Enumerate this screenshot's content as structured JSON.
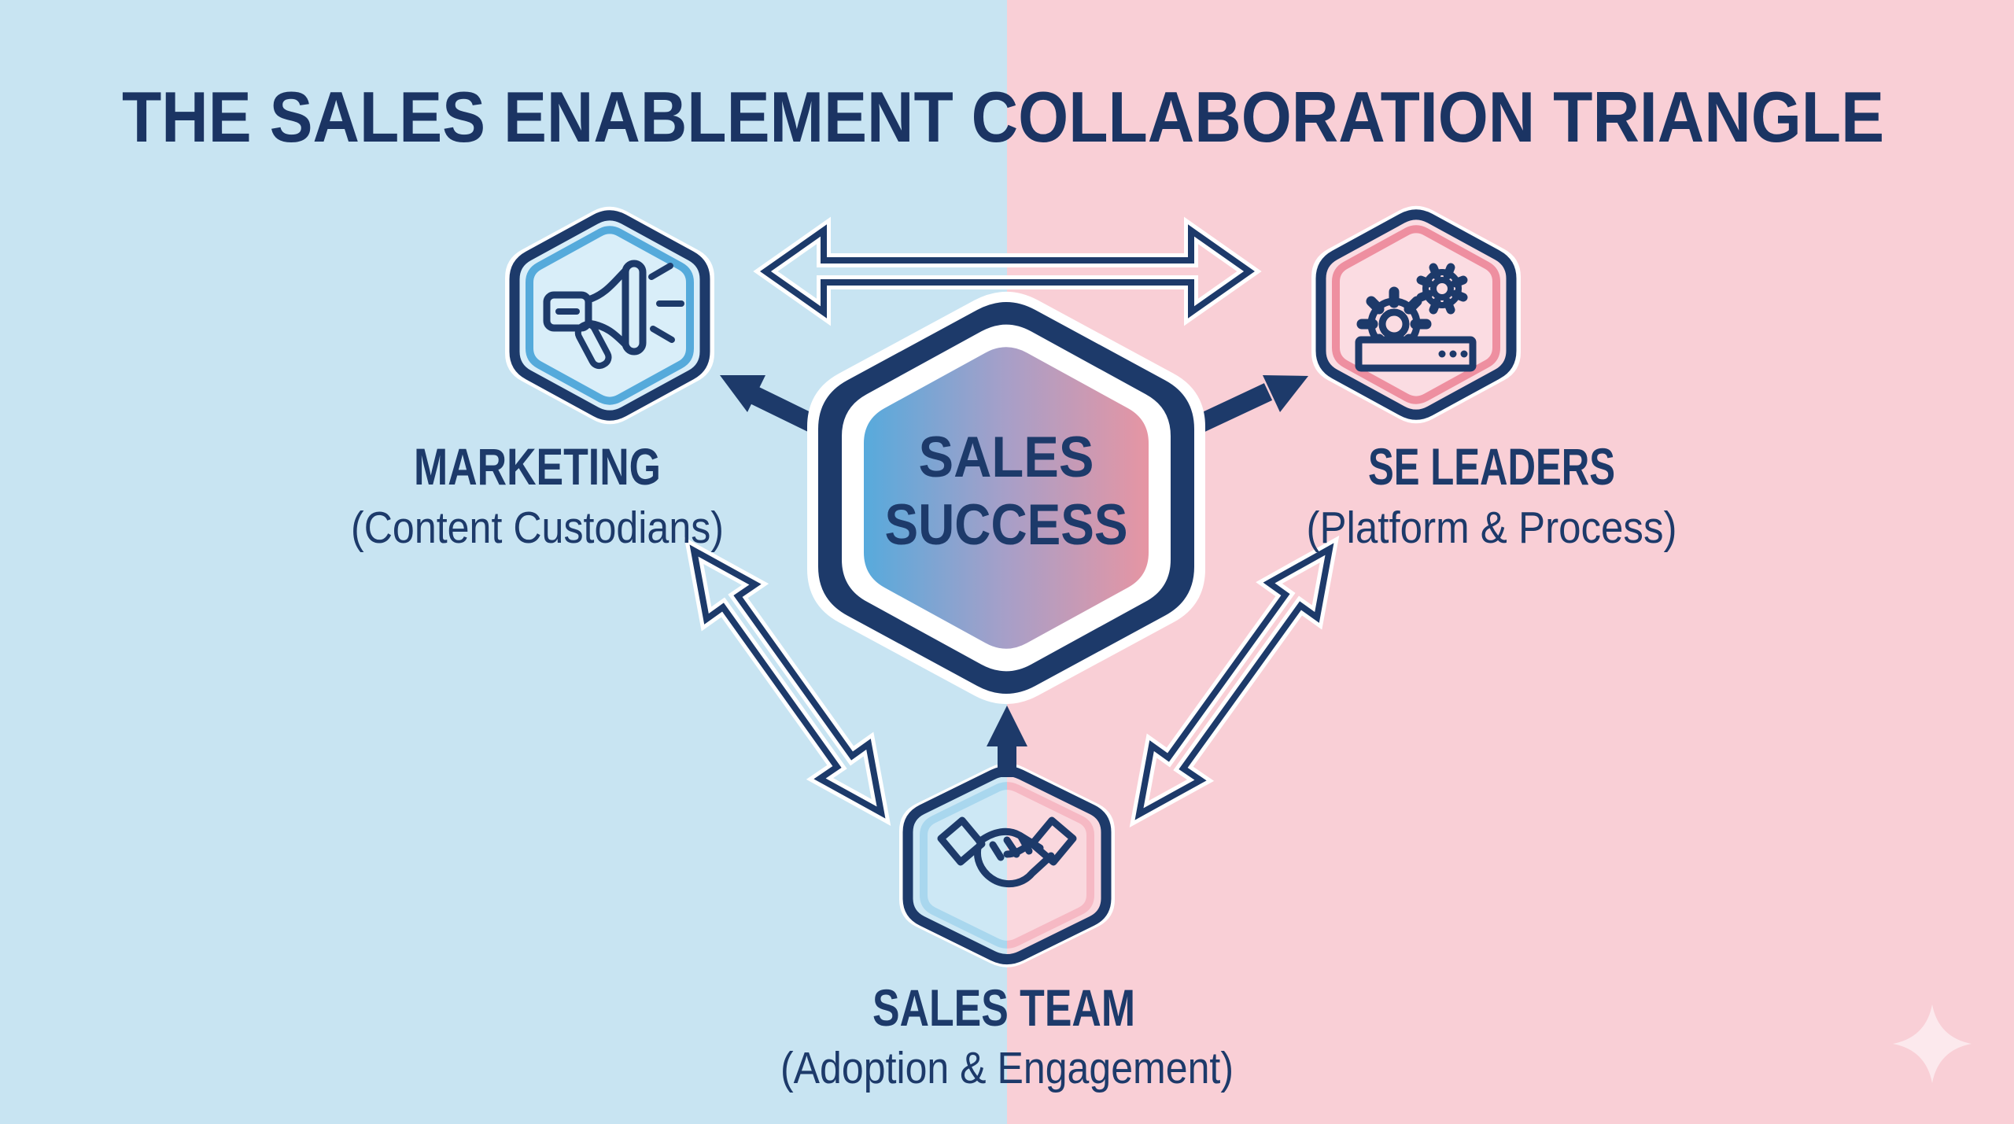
{
  "title": "THE SALES ENABLEMENT COLLABORATION TRIANGLE",
  "center_node": {
    "id": "sales_success",
    "label_line1": "SALES",
    "label_line2": "SUCCESS"
  },
  "nodes": {
    "marketing": {
      "label": "MARKETING",
      "sublabel": "(Content Custodians)",
      "icon": "megaphone-icon"
    },
    "se_leaders": {
      "label": "SE LEADERS",
      "sublabel": "(Platform & Process)",
      "icon": "gears-platform-icon"
    },
    "sales_team": {
      "label": "SALES TEAM",
      "sublabel": "(Adoption & Engagement)",
      "icon": "handshake-icon"
    }
  },
  "connections": [
    {
      "from": "marketing",
      "to": "se_leaders",
      "type": "bidirectional"
    },
    {
      "from": "marketing",
      "to": "sales_team",
      "type": "bidirectional"
    },
    {
      "from": "se_leaders",
      "to": "sales_team",
      "type": "bidirectional"
    },
    {
      "from": "sales_success",
      "to": "marketing",
      "type": "directed"
    },
    {
      "from": "sales_success",
      "to": "se_leaders",
      "type": "directed"
    },
    {
      "from": "sales_team",
      "to": "sales_success",
      "type": "directed"
    }
  ],
  "colors": {
    "background_left": "#c8e4f2",
    "background_right": "#f9cfd6",
    "navy": "#1d3a6a",
    "title_navy": "#1b3463",
    "white": "#ffffff",
    "center_gradient_left": "#57aadc",
    "center_gradient_mid": "#a79fc8",
    "center_gradient_right": "#e695a3",
    "marketing_fill": "#d9eef9",
    "marketing_ring": "#55aadb",
    "se_fill": "#fbdce2",
    "se_ring": "#ee8fa0",
    "sales_fill_left": "#cde8f5",
    "sales_fill_right": "#fad8de",
    "sales_ring_left": "#a9d7ee",
    "sales_ring_right": "#f6b9c4",
    "sparkle": "#fce9ed"
  }
}
